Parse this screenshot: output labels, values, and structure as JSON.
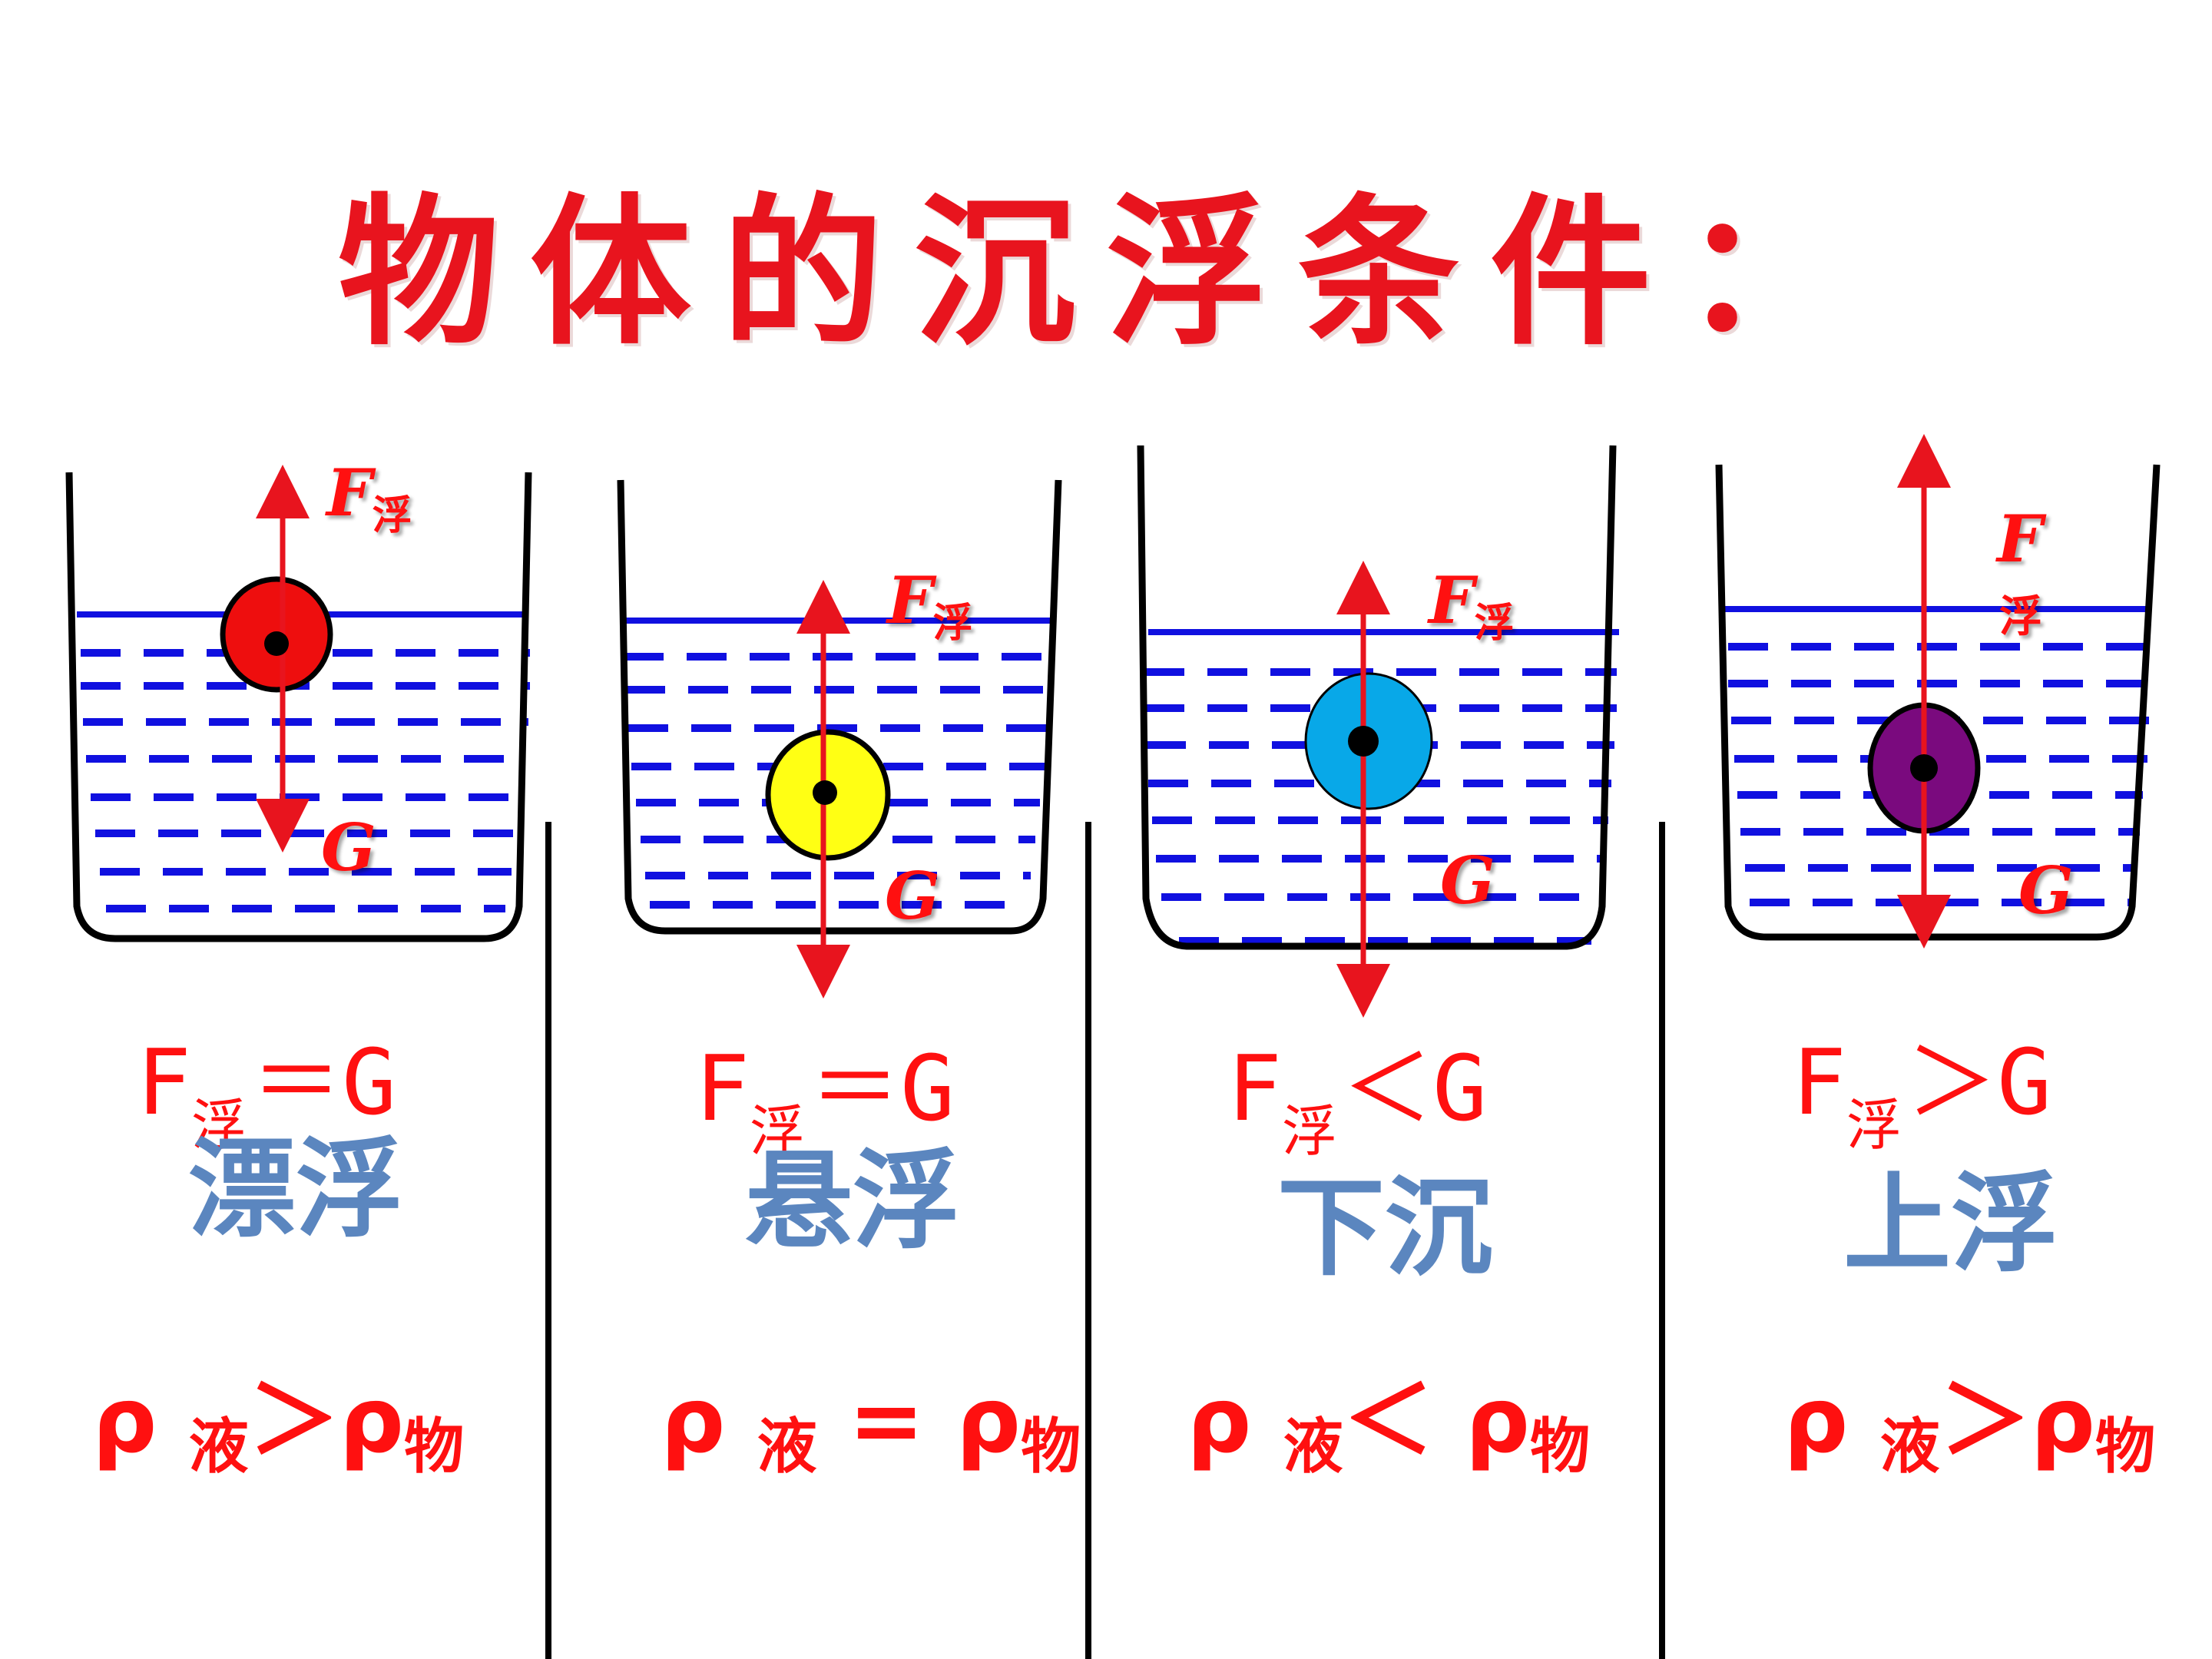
{
  "title": "物体的沉浮条件：",
  "colors": {
    "title": "#e8141e",
    "arrow": "#e8141e",
    "water_line": "#1010e0",
    "state_text": "#5b86bf",
    "formula_text": "#ff1010"
  },
  "beakers": [
    {
      "ball_color": "#ee0e0e",
      "force_label_main": "F",
      "force_label_sub": "浮",
      "gravity_label": "G",
      "equation_main": "F",
      "equation_sub": "浮",
      "equation_rel": "＝G",
      "state": "漂浮",
      "density_rho1": "ρ",
      "density_liquid": "液",
      "density_rel": "＞",
      "density_rho2": "ρ",
      "density_object": "物"
    },
    {
      "ball_color": "#ffff14",
      "force_label_main": "F",
      "force_label_sub": "浮",
      "gravity_label": "G",
      "equation_main": "F",
      "equation_sub": "浮",
      "equation_rel": "＝G",
      "state": "悬浮",
      "density_rho1": "ρ",
      "density_liquid": "液",
      "density_rel": " =  ",
      "density_rho2": "ρ",
      "density_object": "物"
    },
    {
      "ball_color": "#08a8e8",
      "force_label_main": "F",
      "force_label_sub": "浮",
      "gravity_label": "G",
      "equation_main": "F",
      "equation_sub": "浮",
      "equation_rel": "＜G",
      "state": "下沉",
      "density_rho1": "ρ",
      "density_liquid": "液",
      "density_rel": "＜ ",
      "density_rho2": "ρ",
      "density_object": "物"
    },
    {
      "ball_color": "#7a0a7e",
      "force_label_main": "F",
      "force_label_sub": "浮",
      "gravity_label": "G",
      "equation_main": "F",
      "equation_sub": "浮",
      "equation_rel": "＞G",
      "state": "上浮",
      "density_rho1": "ρ",
      "density_liquid": "液",
      "density_rel": "＞",
      "density_rho2": "ρ",
      "density_object": "物"
    }
  ]
}
